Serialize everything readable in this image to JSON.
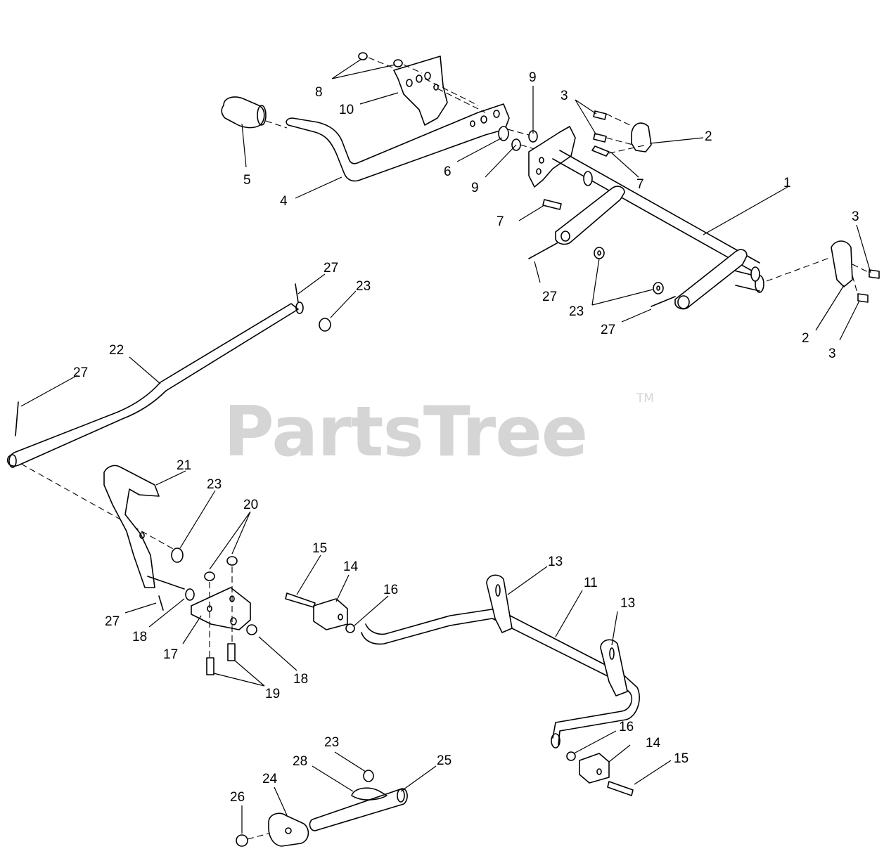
{
  "watermark": {
    "brand": "PartsTree",
    "trademark": "TM"
  },
  "callouts": [
    {
      "id": "c1",
      "text": "1"
    },
    {
      "id": "c2a",
      "text": "2"
    },
    {
      "id": "c2b",
      "text": "2"
    },
    {
      "id": "c3a",
      "text": "3"
    },
    {
      "id": "c3b",
      "text": "3"
    },
    {
      "id": "c3c",
      "text": "3"
    },
    {
      "id": "c4",
      "text": "4"
    },
    {
      "id": "c5",
      "text": "5"
    },
    {
      "id": "c6",
      "text": "6"
    },
    {
      "id": "c7a",
      "text": "7"
    },
    {
      "id": "c7b",
      "text": "7"
    },
    {
      "id": "c8",
      "text": "8"
    },
    {
      "id": "c9a",
      "text": "9"
    },
    {
      "id": "c9b",
      "text": "9"
    },
    {
      "id": "c10",
      "text": "10"
    },
    {
      "id": "c11",
      "text": "11"
    },
    {
      "id": "c13a",
      "text": "13"
    },
    {
      "id": "c13b",
      "text": "13"
    },
    {
      "id": "c14a",
      "text": "14"
    },
    {
      "id": "c14b",
      "text": "14"
    },
    {
      "id": "c15a",
      "text": "15"
    },
    {
      "id": "c15b",
      "text": "15"
    },
    {
      "id": "c16a",
      "text": "16"
    },
    {
      "id": "c16b",
      "text": "16"
    },
    {
      "id": "c17",
      "text": "17"
    },
    {
      "id": "c18a",
      "text": "18"
    },
    {
      "id": "c18b",
      "text": "18"
    },
    {
      "id": "c19",
      "text": "19"
    },
    {
      "id": "c20",
      "text": "20"
    },
    {
      "id": "c21",
      "text": "21"
    },
    {
      "id": "c22",
      "text": "22"
    },
    {
      "id": "c23a",
      "text": "23"
    },
    {
      "id": "c23b",
      "text": "23"
    },
    {
      "id": "c23c",
      "text": "23"
    },
    {
      "id": "c23d",
      "text": "23"
    },
    {
      "id": "c24",
      "text": "24"
    },
    {
      "id": "c25",
      "text": "25"
    },
    {
      "id": "c26",
      "text": "26"
    },
    {
      "id": "c27a",
      "text": "27"
    },
    {
      "id": "c27b",
      "text": "27"
    },
    {
      "id": "c27c",
      "text": "27"
    },
    {
      "id": "c27d",
      "text": "27"
    },
    {
      "id": "c27e",
      "text": "27"
    },
    {
      "id": "c28",
      "text": "28"
    }
  ]
}
